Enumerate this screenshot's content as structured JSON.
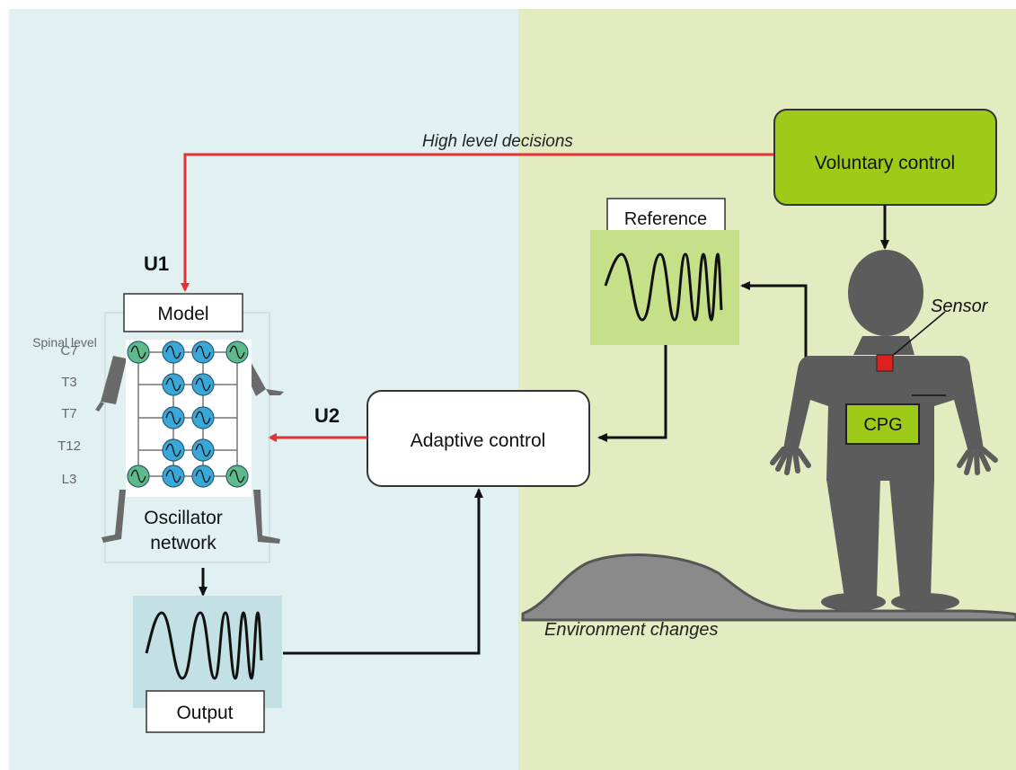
{
  "texts": {
    "high_level_decisions": "High level decisions",
    "voluntary_control": "Voluntary control",
    "reference": "Reference",
    "sensor": "Sensor",
    "cpg": "CPG",
    "u1": "U1",
    "u2": "U2",
    "model": "Model",
    "adaptive_control": "Adaptive control",
    "spinal_level": "Spinal level",
    "oscillator_network_line1": "Oscillator",
    "oscillator_network_line2": "network",
    "output": "Output",
    "environment_changes": "Environment changes"
  },
  "spinal_levels": [
    "C7",
    "T3",
    "T7",
    "T12",
    "L3"
  ],
  "colors": {
    "left_panel_bg": "#e1f0f0",
    "right_panel_bg": "#e3ebc1",
    "voluntary_fill": "#9dcb18",
    "cpg_fill": "#9dcb18",
    "signal_panel_right": "#c6e08a",
    "signal_panel_left": "#c3e1e4",
    "figure_gray": "#5c5c5c",
    "terrain_gray": "#8a8a8a",
    "sensor_red": "#e0201b",
    "arrow_red": "#e23232",
    "arrow_black": "#111111",
    "oscillator_blue": "#3aa7d9",
    "oscillator_green": "#5dbb8a"
  }
}
